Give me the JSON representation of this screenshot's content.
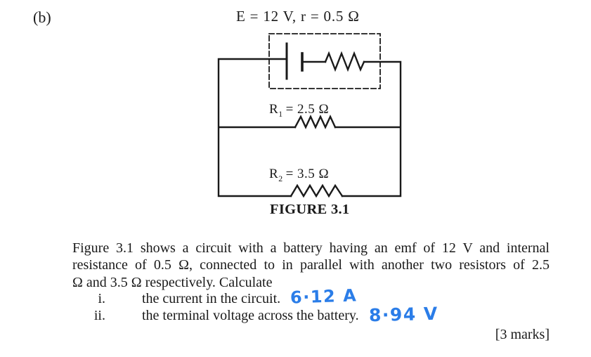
{
  "page": {
    "part_label": "(b)",
    "marks": "[3 marks]"
  },
  "figure": {
    "battery_label": "E = 12 V, r = 0.5 Ω",
    "caption": "FIGURE 3.1",
    "resistors": [
      {
        "name": "R",
        "sub": "1",
        "rest": "= 2.5 Ω"
      },
      {
        "name": "R",
        "sub": "2",
        "rest": "= 3.5 Ω"
      }
    ]
  },
  "question": {
    "paragraph_lines": [
      "Figure 3.1 shows a circuit with a battery having an emf of 12 V and internal",
      "resistance of 0.5 Ω, connected to in parallel with another two resistors of 2.5",
      "Ω and 3.5 Ω respectively. Calculate"
    ],
    "items": [
      {
        "numeral": "i.",
        "text": "the current in the circuit.",
        "answer": "6·12 A"
      },
      {
        "numeral": "ii.",
        "text": "the terminal voltage across the battery.",
        "answer": "8·94 V"
      }
    ]
  },
  "colors": {
    "ink": "#1a1a1a",
    "handwriting_blue": "#2b7de8"
  }
}
